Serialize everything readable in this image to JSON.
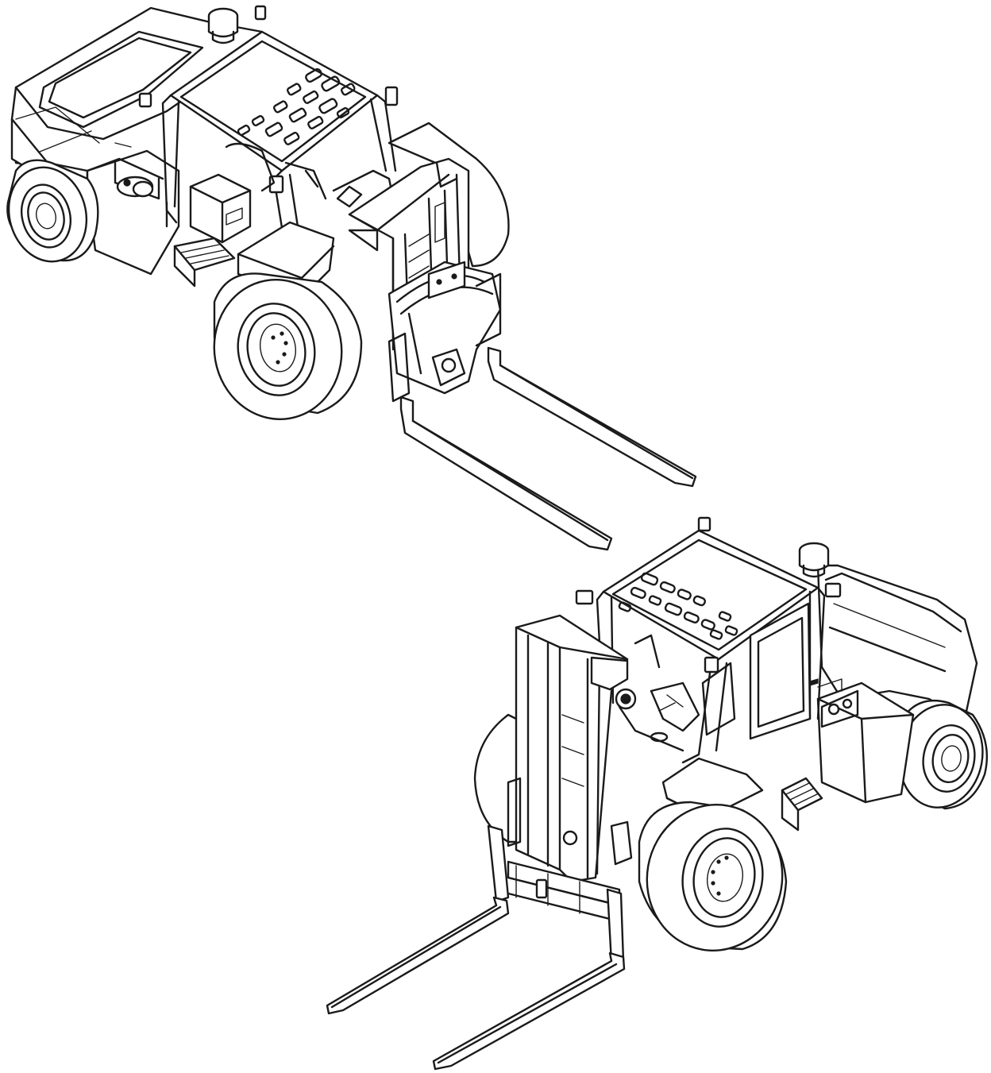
{
  "figure": {
    "views": [
      {
        "id": "rear-view",
        "subject": "forklift-rear-isometric"
      },
      {
        "id": "front-view",
        "subject": "forklift-front-isometric"
      }
    ],
    "line_color": "#1a1a1a",
    "background_color": "#ffffff"
  }
}
